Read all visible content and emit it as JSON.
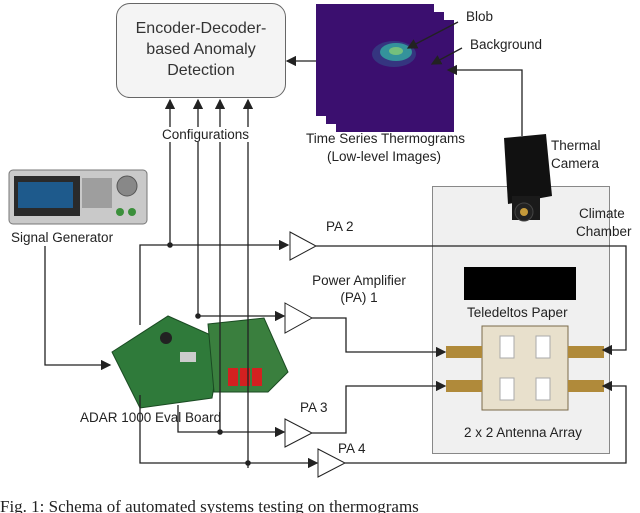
{
  "encoder_decoder": {
    "title": "Encoder-Decoder-\nbased Anomaly\nDetection"
  },
  "labels": {
    "configurations": "Configurations",
    "thermograms": "Time Series Thermograms",
    "thermograms_sub": "(Low-level Images)",
    "blob": "Blob",
    "background": "Background",
    "thermal_camera_1": "Thermal",
    "thermal_camera_2": "Camera",
    "climate_chamber_1": "Climate",
    "climate_chamber_2": "Chamber",
    "signal_generator": "Signal Generator",
    "pa2": "PA 2",
    "power_amplifier_1": "Power Amplifier",
    "power_amplifier_2": "(PA) 1",
    "pa3": "PA 3",
    "pa4": "PA 4",
    "teledeltos": "Teledeltos Paper",
    "antenna_array": "2 x 2 Antenna Array",
    "eval_board": "ADAR 1000 Eval Board"
  },
  "caption": "Fig. 1: Schema of automated systems testing on thermograms",
  "colors": {
    "thermogram_bg": "#3b0f6f",
    "blob": "#3ab7a0",
    "board_green": "#2f7a3a",
    "gen_body": "#c9c9c9",
    "chamber_bg": "#f0f0f0"
  }
}
